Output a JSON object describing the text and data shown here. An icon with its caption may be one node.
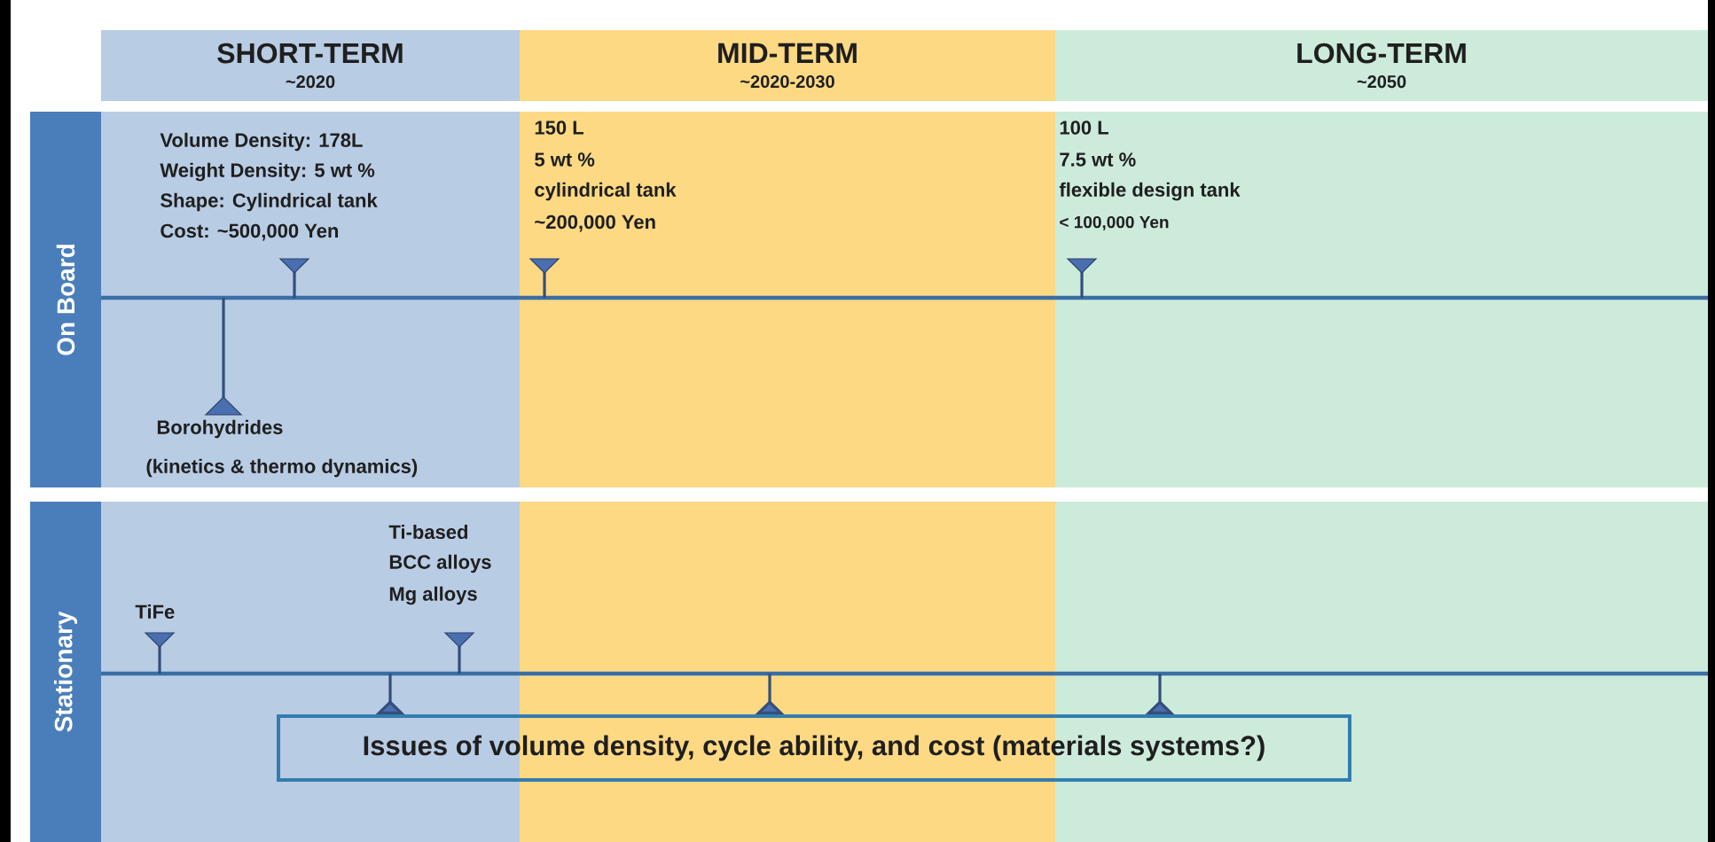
{
  "diagram": {
    "nodes": [
      {
        "text": [
          "SHORT-TERM",
          "~2020"
        ]
      },
      {
        "text": [
          "MID-TERM",
          "~2020-2030"
        ]
      },
      {
        "text": [
          "LONG-TERM",
          "~2050"
        ]
      },
      {
        "text": [
          "On Board"
        ]
      },
      {
        "text": [
          "Stationary"
        ]
      },
      {
        "text": [
          "Issues of volume density, cycle ability, and cost (materials systems?)"
        ]
      }
    ],
    "edges": [
      {
        "from": null,
        "to": 5,
        "arrow": "other"
      },
      {
        "from": null,
        "to": 5,
        "arrow": "other"
      },
      {
        "from": null,
        "to": 5,
        "arrow": "other"
      }
    ],
    "labels": [
      "Volume Density: 178L",
      "Weight Density: 5 wt %",
      "Shape: Cylindrical tank",
      "Cost: ~500,000 Yen",
      "150 L",
      "5 wt %",
      "cylindrical tank",
      "~200,000 Yen",
      "100 L",
      "7.5 wt %",
      "flexible design tank",
      "< 100,000 Yen",
      "Borohydrides",
      "(kinetics & thermo dynamics)",
      "Ti-based",
      "BCC alloys",
      "Mg alloys",
      "TiFe"
    ]
  }
}
